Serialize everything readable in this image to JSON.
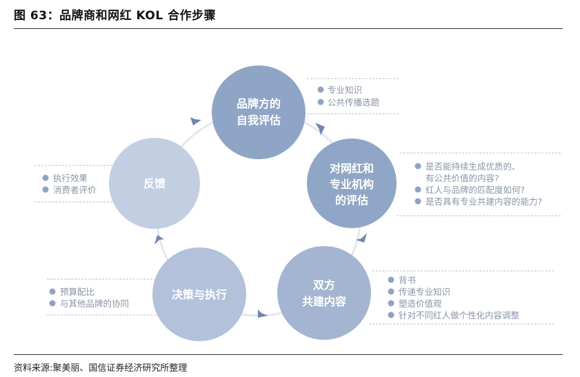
{
  "title": "图 63：品牌商和网红 KOL 合作步骤",
  "source": "资料来源:聚美丽、国信证券经济研究所整理",
  "colors": {
    "step1": "#8fa5c6",
    "step2": "#90a6c6",
    "step3": "#a3b5d1",
    "step4": "#b3c2da",
    "step5": "#c2cee2",
    "bullet": "#8fa3c3",
    "arrow": "#6f87ad"
  },
  "steps": [
    {
      "lines": [
        "品牌方的",
        "自我评估"
      ],
      "bullets": [
        "专业知识",
        "公共传播选题"
      ]
    },
    {
      "lines": [
        "对网红和",
        "专业机构",
        "的评估"
      ],
      "bullets": [
        "是否能持续生成优质的、",
        "有公共价值的内容?",
        "红人与品牌的匹配度如何?",
        "是否具有专业共建内容的能力?"
      ]
    },
    {
      "lines": [
        "双方",
        "共建内容"
      ],
      "bullets": [
        "背书",
        "传递专业知识",
        "塑造价值观",
        "针对不同红人做个性化内容调整"
      ]
    },
    {
      "lines": [
        "决策与执行"
      ],
      "bullets": [
        "预算配比",
        "与其他品牌的协同"
      ]
    },
    {
      "lines": [
        "反馈"
      ],
      "bullets": [
        "执行效果",
        "消费者评价"
      ]
    }
  ]
}
